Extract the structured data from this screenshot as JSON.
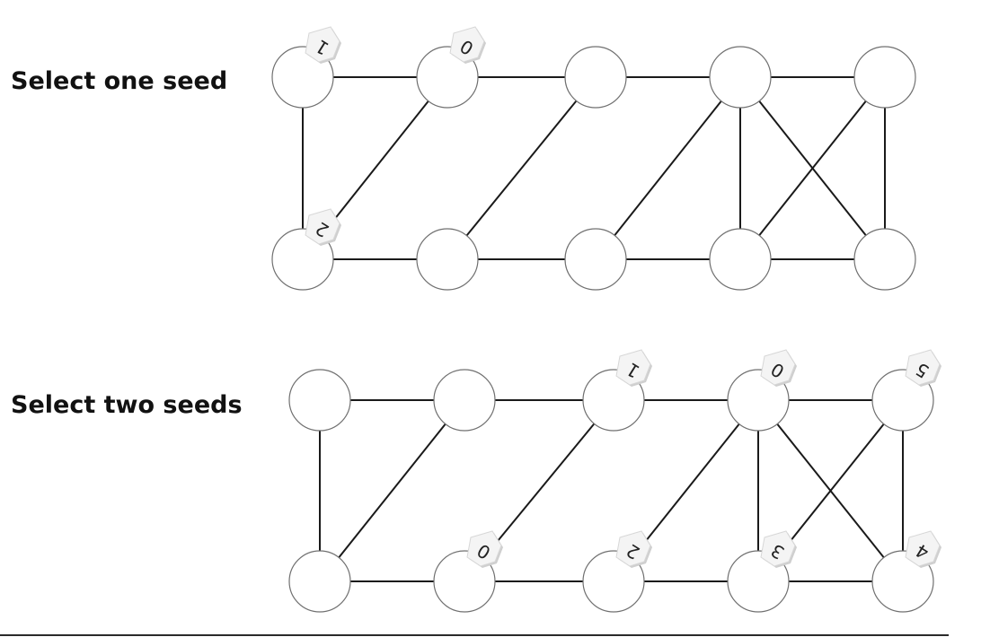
{
  "sections": [
    {
      "heading": "Select one seed",
      "nodes": [
        {
          "id": "a1",
          "tag": "1"
        },
        {
          "id": "a2",
          "tag": "0"
        },
        {
          "id": "a3",
          "tag": null
        },
        {
          "id": "a4",
          "tag": null
        },
        {
          "id": "a5",
          "tag": null
        },
        {
          "id": "b1",
          "tag": "2"
        },
        {
          "id": "b2",
          "tag": null
        },
        {
          "id": "b3",
          "tag": null
        },
        {
          "id": "b4",
          "tag": null
        },
        {
          "id": "b5",
          "tag": null
        }
      ],
      "edges": [
        [
          "a1",
          "a2"
        ],
        [
          "a2",
          "a3"
        ],
        [
          "a3",
          "a4"
        ],
        [
          "a4",
          "a5"
        ],
        [
          "b1",
          "b2"
        ],
        [
          "b2",
          "b3"
        ],
        [
          "b3",
          "b4"
        ],
        [
          "b4",
          "b5"
        ],
        [
          "a1",
          "b1"
        ],
        [
          "a2",
          "b1"
        ],
        [
          "a3",
          "b2"
        ],
        [
          "a4",
          "b3"
        ],
        [
          "a4",
          "b4"
        ],
        [
          "a4",
          "b5"
        ],
        [
          "a5",
          "b4"
        ],
        [
          "a5",
          "b5"
        ]
      ]
    },
    {
      "heading": "Select two seeds",
      "nodes": [
        {
          "id": "a1",
          "tag": null
        },
        {
          "id": "a2",
          "tag": null
        },
        {
          "id": "a3",
          "tag": "1"
        },
        {
          "id": "a4",
          "tag": "0"
        },
        {
          "id": "a5",
          "tag": "5"
        },
        {
          "id": "b1",
          "tag": null
        },
        {
          "id": "b2",
          "tag": "0"
        },
        {
          "id": "b3",
          "tag": "2"
        },
        {
          "id": "b4",
          "tag": "3"
        },
        {
          "id": "b5",
          "tag": "4"
        }
      ],
      "edges": [
        [
          "a1",
          "a2"
        ],
        [
          "a2",
          "a3"
        ],
        [
          "a3",
          "a4"
        ],
        [
          "a4",
          "a5"
        ],
        [
          "b1",
          "b2"
        ],
        [
          "b2",
          "b3"
        ],
        [
          "b3",
          "b4"
        ],
        [
          "b4",
          "b5"
        ],
        [
          "a1",
          "b1"
        ],
        [
          "a2",
          "b1"
        ],
        [
          "a3",
          "b2"
        ],
        [
          "a4",
          "b3"
        ],
        [
          "a4",
          "b4"
        ],
        [
          "a4",
          "b5"
        ],
        [
          "a5",
          "b4"
        ],
        [
          "a5",
          "b5"
        ]
      ]
    }
  ]
}
